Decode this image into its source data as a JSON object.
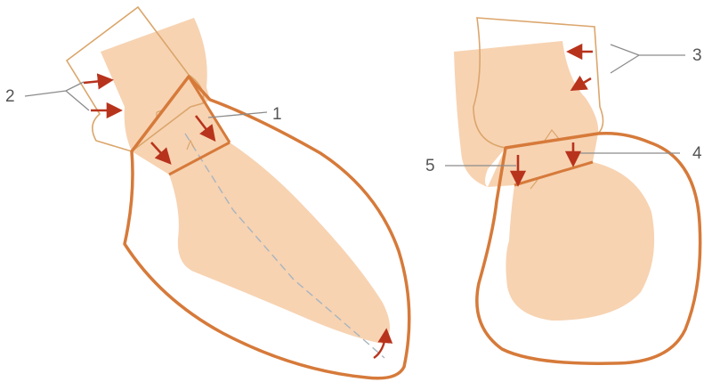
{
  "labels": {
    "one": "1",
    "two": "2",
    "three": "3",
    "four": "4",
    "five": "5"
  },
  "colors": {
    "piece_fill": "#f7d3b2",
    "outline": "#d67a3a",
    "thin_outline": "#dba66c",
    "arrow": "#b8331c",
    "leader": "#8c8c8c",
    "axis": "#a8b4bf"
  }
}
